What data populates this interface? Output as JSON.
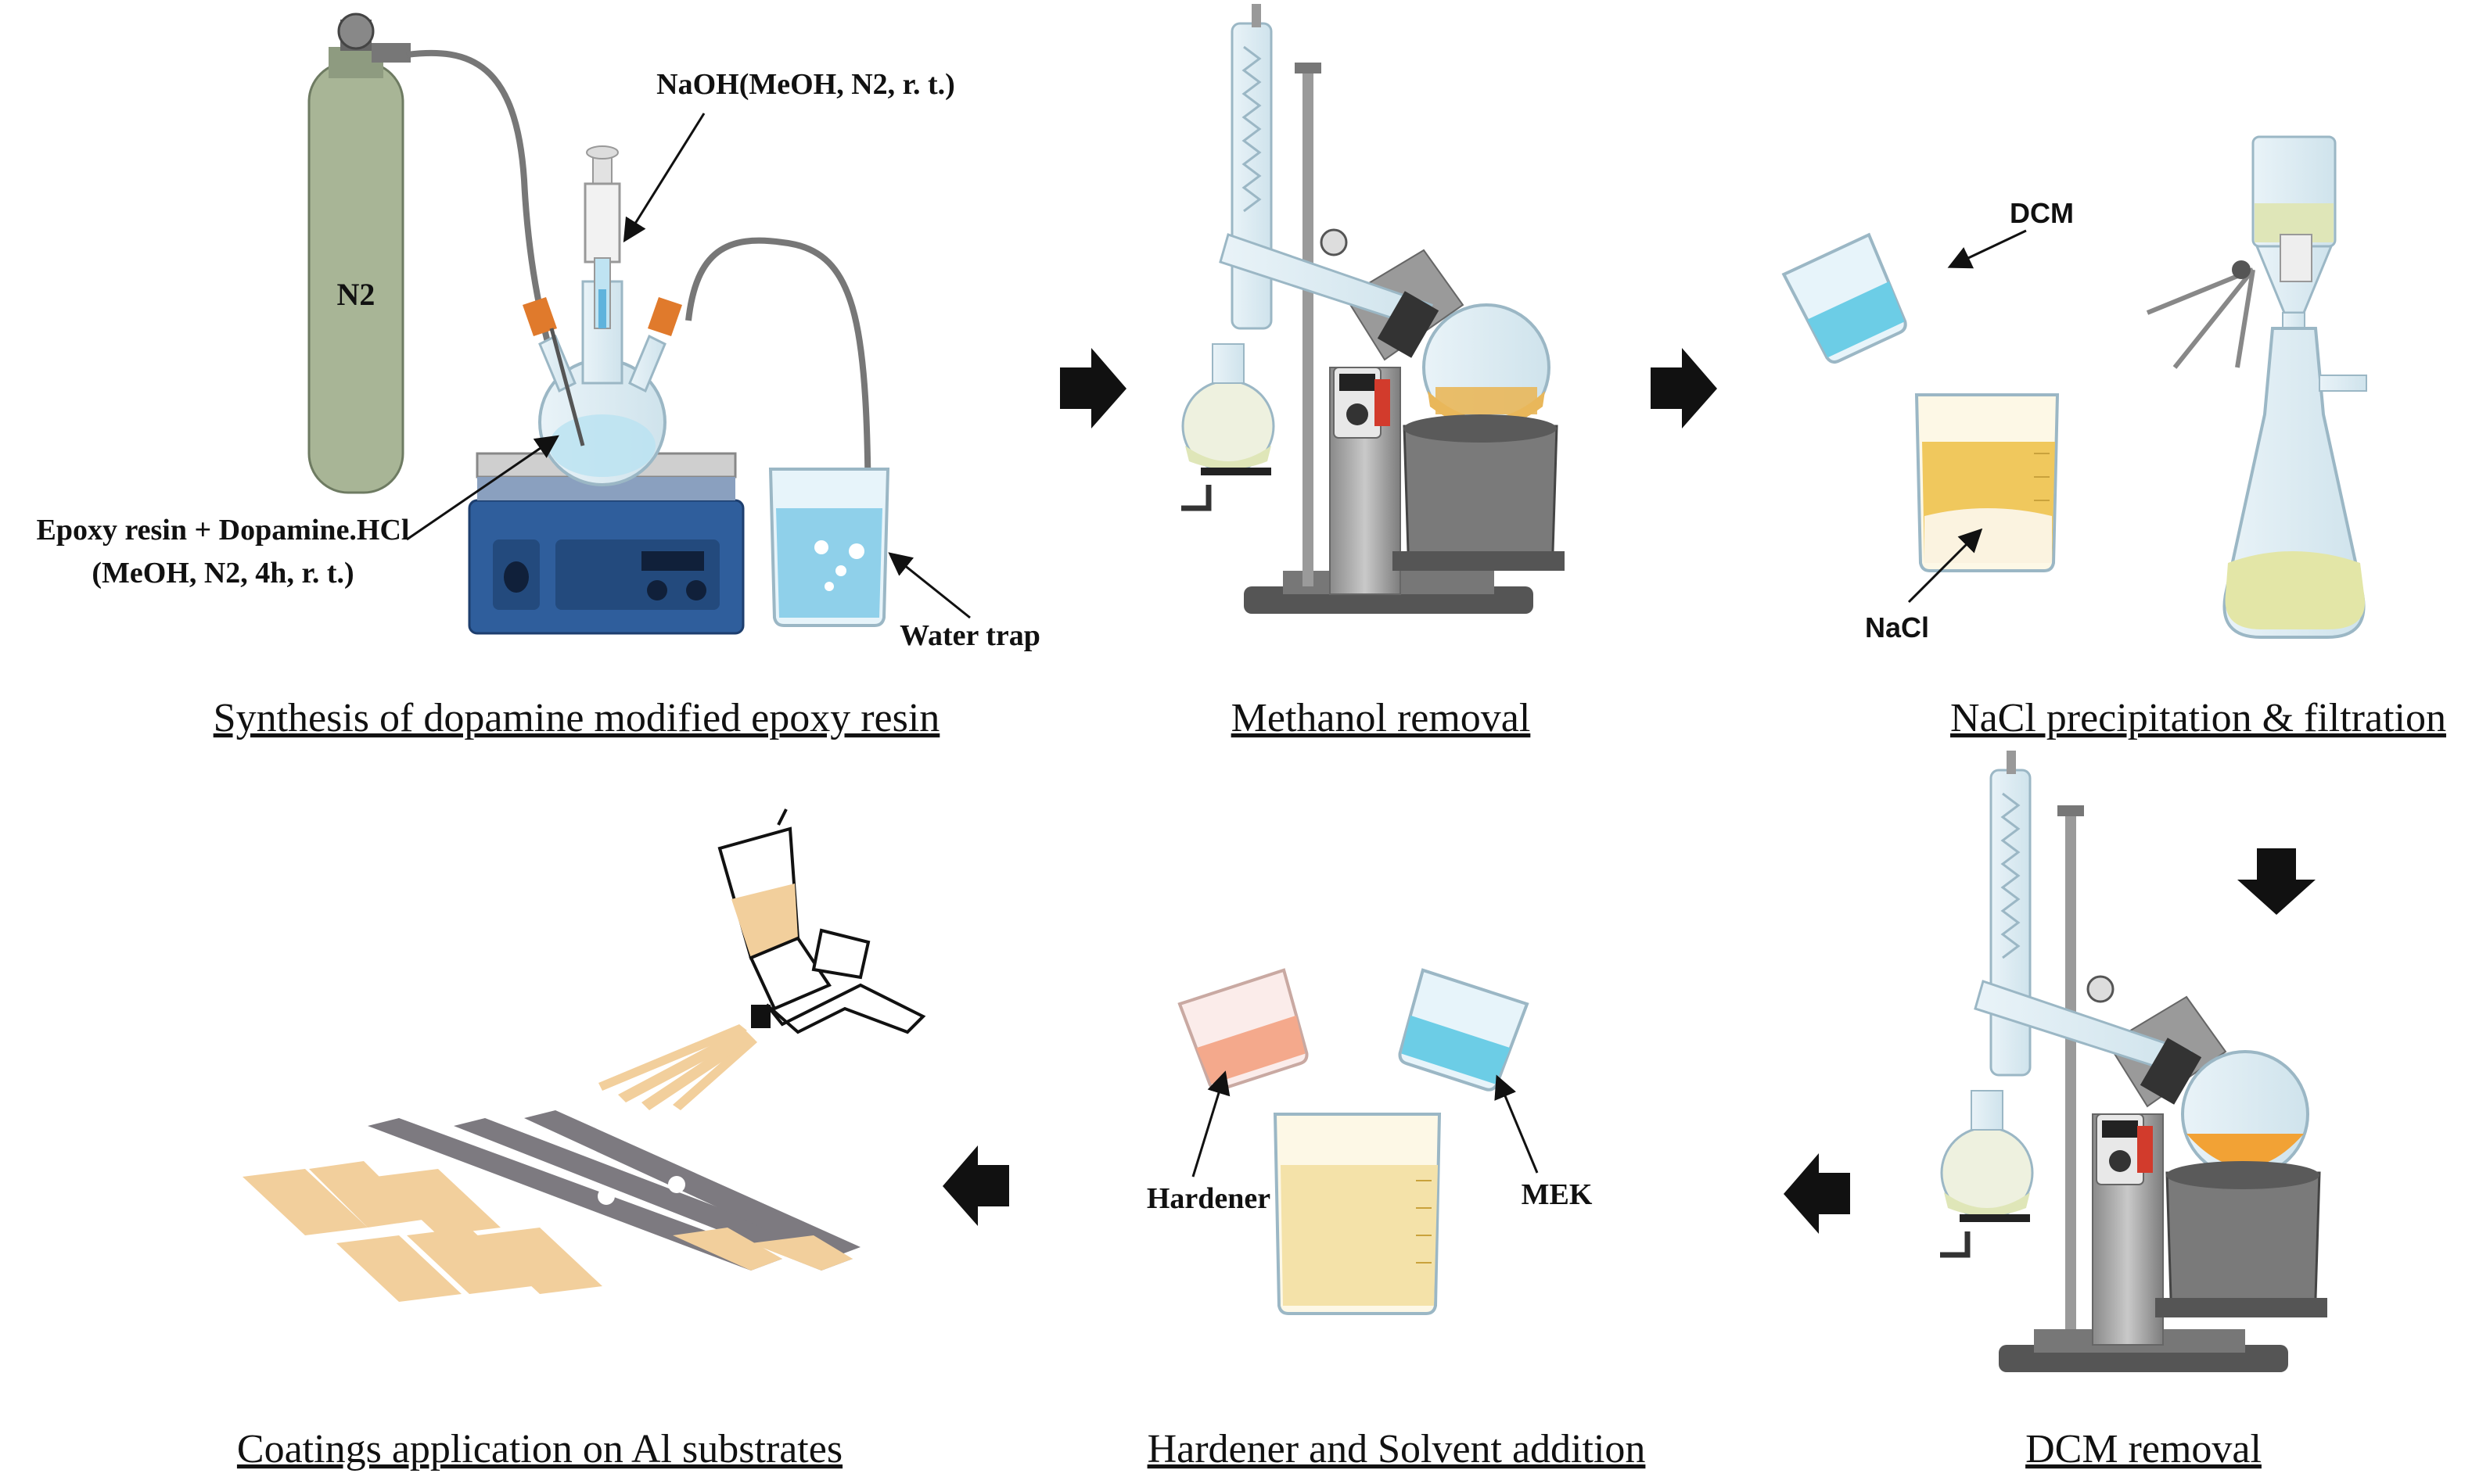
{
  "steps": [
    {
      "id": "synthesis",
      "caption": "Synthesis  of dopamine  modified  epoxy  resin"
    },
    {
      "id": "methanol",
      "caption": "Methanol  removal"
    },
    {
      "id": "nacl",
      "caption": "NaCl precipitation  & filtration"
    },
    {
      "id": "dcm",
      "caption": "DCM removal"
    },
    {
      "id": "hardener",
      "caption": "Hardener  and  Solvent  addition"
    },
    {
      "id": "coatings",
      "caption": "Coatings  application  on Al substrates"
    }
  ],
  "labels": {
    "n2_cylinder": "N2",
    "naoh": "NaOH(MeOH, N2, r. t.)",
    "epoxy_line1": "Epoxy resin + Dopamine.HCl",
    "epoxy_line2": "(MeOH, N2, 4h, r. t.)",
    "water_trap": "Water trap",
    "dcm": "DCM",
    "nacl": "NaCl",
    "hardener": "Hardener",
    "mek": "MEK"
  },
  "colors": {
    "cylinder": "#a8b596",
    "stirrer": "#2f5e9c",
    "water": "#8fd0ea",
    "product": "#e9b75a",
    "orange_liquid": "#f2a235",
    "pink_liquid": "#f4a98c",
    "blue_liquid": "#6ccde6",
    "pale_yellow": "#f4e2a9",
    "green_liquid": "#dfe6b8",
    "arrow": "#111111"
  },
  "icons": [
    "right-arrow-icon",
    "down-arrow-icon",
    "left-arrow-icon",
    "spray-gun-icon"
  ]
}
